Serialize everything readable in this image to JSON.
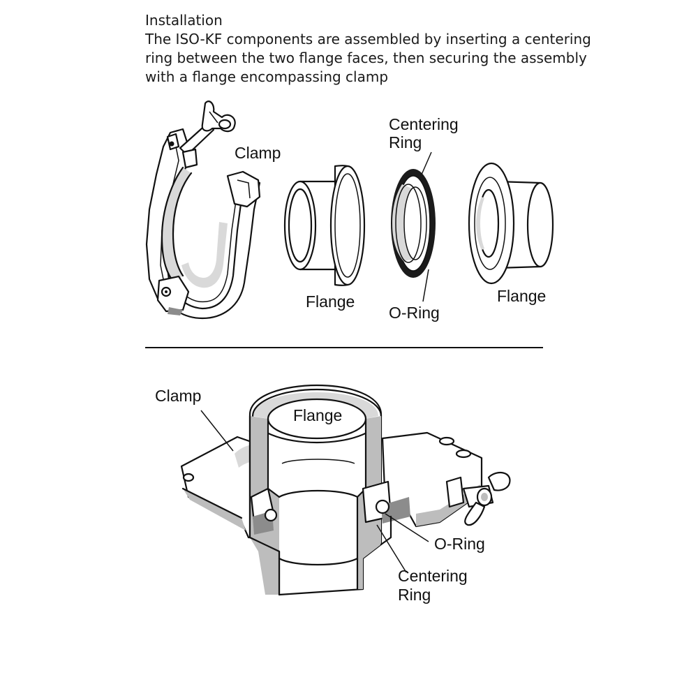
{
  "intro": {
    "heading": "Installation",
    "lines": [
      "The ISO-KF components are assembled by inserting a centering",
      "ring between the two flange faces, then securing the assembly",
      "with a flange encompassing clamp"
    ]
  },
  "exploded_view": {
    "labels": {
      "clamp": "Clamp",
      "flange_left": "Flange",
      "centering_ring_line1": "Centering",
      "centering_ring_line2": "Ring",
      "o_ring": "O-Ring",
      "flange_right": "Flange"
    }
  },
  "assembled_view": {
    "labels": {
      "clamp": "Clamp",
      "flange": "Flange",
      "o_ring": "O-Ring",
      "centering_ring_line1": "Centering",
      "centering_ring_line2": "Ring"
    }
  }
}
